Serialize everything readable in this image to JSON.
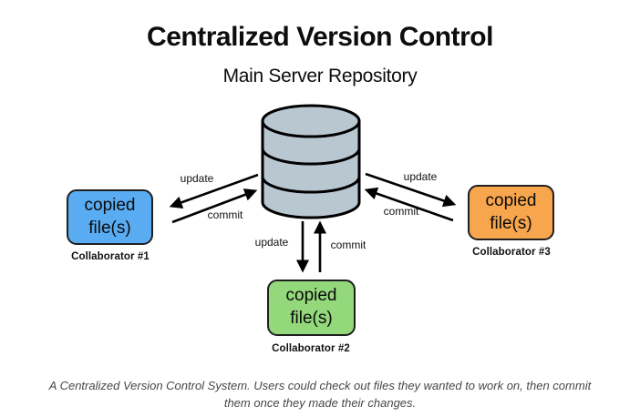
{
  "title": "Centralized Version Control",
  "subtitle": "Main Server Repository",
  "arrows": {
    "update_label": "update",
    "commit_label": "commit"
  },
  "collaborators": [
    {
      "box_label": "copied file(s)",
      "name": "Collaborator #1"
    },
    {
      "box_label": "copied file(s)",
      "name": "Collaborator #2"
    },
    {
      "box_label": "copied file(s)",
      "name": "Collaborator #3"
    }
  ],
  "caption": "A Centralized Version Control System. Users could check out files they wanted to work on, then commit them once they made their changes.",
  "colors": {
    "collab1-fill": "#5aacf2",
    "collab2-fill": "#94d87c",
    "collab3-fill": "#f7a64e",
    "server-fill": "#b9c7d1",
    "stroke": "#1f1f1f",
    "caption-text": "#474747"
  }
}
